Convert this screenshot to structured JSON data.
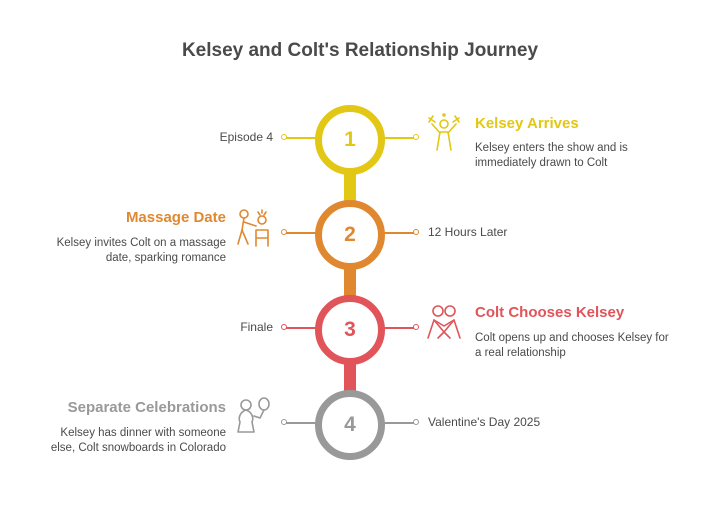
{
  "title": "Kelsey and Colt's Relationship Journey",
  "colors": {
    "yellow": "#e2c714",
    "orange": "#e08830",
    "red": "#e0545a",
    "gray": "#999999"
  },
  "steps": [
    {
      "number": "1",
      "heading": "Kelsey Arrives",
      "description": "Kelsey enters the show and is immediately drawn to Colt",
      "time": "Episode 4",
      "icon": "celebration-icon"
    },
    {
      "number": "2",
      "heading": "Massage Date",
      "description": "Kelsey invites Colt on a massage date, sparking romance",
      "time": "12 Hours Later",
      "icon": "massage-icon"
    },
    {
      "number": "3",
      "heading": "Colt Chooses Kelsey",
      "description": "Colt opens up and chooses Kelsey for a real relationship",
      "time": "Finale",
      "icon": "couple-hug-icon"
    },
    {
      "number": "4",
      "heading": "Separate Celebrations",
      "description": "Kelsey has dinner with someone else, Colt snowboards in Colorado",
      "time": "Valentine's Day 2025",
      "icon": "balloon-person-icon"
    }
  ]
}
